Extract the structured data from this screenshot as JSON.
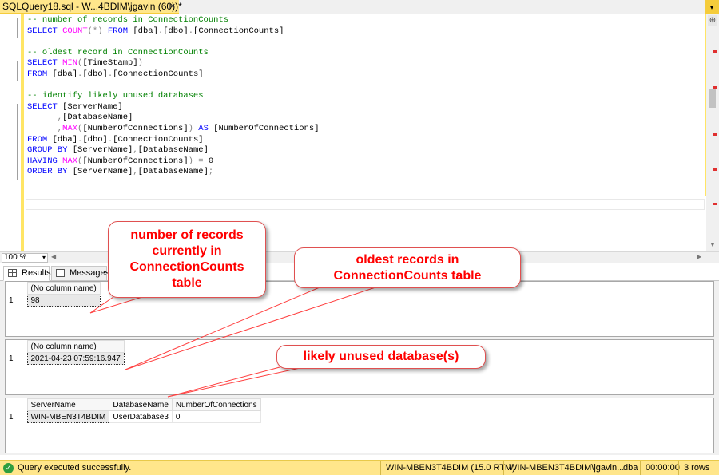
{
  "tab": {
    "title": "SQLQuery18.sql - W...4BDIM\\jgavin (60))*",
    "pin_glyph": "⊣",
    "close_glyph": "×"
  },
  "editor": {
    "lines": [
      [
        {
          "t": "-- number of records in ConnectionCounts",
          "c": "cm"
        }
      ],
      [
        {
          "t": "SELECT ",
          "c": "kw"
        },
        {
          "t": "COUNT",
          "c": "fn"
        },
        {
          "t": "(*) ",
          "c": "gr"
        },
        {
          "t": "FROM ",
          "c": "kw"
        },
        {
          "t": "[dba]",
          "c": ""
        },
        {
          "t": ".",
          "c": "gr"
        },
        {
          "t": "[dbo]",
          "c": ""
        },
        {
          "t": ".",
          "c": "gr"
        },
        {
          "t": "[ConnectionCounts]",
          "c": ""
        }
      ],
      [],
      [
        {
          "t": "-- oldest record in ConnectionCounts",
          "c": "cm"
        }
      ],
      [
        {
          "t": "SELECT ",
          "c": "kw"
        },
        {
          "t": "MIN",
          "c": "fn"
        },
        {
          "t": "(",
          "c": "gr"
        },
        {
          "t": "[TimeStamp]",
          "c": ""
        },
        {
          "t": ")",
          "c": "gr"
        }
      ],
      [
        {
          "t": "FROM ",
          "c": "kw"
        },
        {
          "t": "[dba]",
          "c": ""
        },
        {
          "t": ".",
          "c": "gr"
        },
        {
          "t": "[dbo]",
          "c": ""
        },
        {
          "t": ".",
          "c": "gr"
        },
        {
          "t": "[ConnectionCounts]",
          "c": ""
        }
      ],
      [],
      [
        {
          "t": "-- identify likely unused databases",
          "c": "cm"
        }
      ],
      [
        {
          "t": "SELECT ",
          "c": "kw"
        },
        {
          "t": "[ServerName]",
          "c": ""
        }
      ],
      [
        {
          "t": "      ,",
          "c": "gr"
        },
        {
          "t": "[DatabaseName]",
          "c": ""
        }
      ],
      [
        {
          "t": "      ,",
          "c": "gr"
        },
        {
          "t": "MAX",
          "c": "fn"
        },
        {
          "t": "(",
          "c": "gr"
        },
        {
          "t": "[NumberOfConnections]",
          "c": ""
        },
        {
          "t": ") ",
          "c": "gr"
        },
        {
          "t": "AS ",
          "c": "kw"
        },
        {
          "t": "[NumberOfConnections]",
          "c": ""
        }
      ],
      [
        {
          "t": "FROM ",
          "c": "kw"
        },
        {
          "t": "[dba]",
          "c": ""
        },
        {
          "t": ".",
          "c": "gr"
        },
        {
          "t": "[dbo]",
          "c": ""
        },
        {
          "t": ".",
          "c": "gr"
        },
        {
          "t": "[ConnectionCounts]",
          "c": ""
        }
      ],
      [
        {
          "t": "GROUP BY ",
          "c": "kw"
        },
        {
          "t": "[ServerName]",
          "c": ""
        },
        {
          "t": ",",
          "c": "gr"
        },
        {
          "t": "[DatabaseName]",
          "c": ""
        }
      ],
      [
        {
          "t": "HAVING ",
          "c": "kw"
        },
        {
          "t": "MAX",
          "c": "fn"
        },
        {
          "t": "(",
          "c": "gr"
        },
        {
          "t": "[NumberOfConnections]",
          "c": ""
        },
        {
          "t": ") = ",
          "c": "gr"
        },
        {
          "t": "0",
          "c": ""
        }
      ],
      [
        {
          "t": "ORDER BY ",
          "c": "kw"
        },
        {
          "t": "[ServerName]",
          "c": ""
        },
        {
          "t": ",",
          "c": "gr"
        },
        {
          "t": "[DatabaseName]",
          "c": ""
        },
        {
          "t": ";",
          "c": "gr"
        }
      ]
    ]
  },
  "scrollbar": {
    "split_glyph": "⊕",
    "down_glyph": "▼"
  },
  "zoom": {
    "value": "100 %",
    "dropdown_glyph": "▾",
    "left_glyph": "◀",
    "right_glyph": "▶"
  },
  "result_tabs": {
    "results_label": "Results",
    "messages_label": "Messages"
  },
  "results": {
    "grid1": {
      "headers": [
        "(No column name)"
      ],
      "rows": [
        [
          "1",
          "98"
        ]
      ]
    },
    "grid2": {
      "headers": [
        "(No column name)"
      ],
      "rows": [
        [
          "1",
          "2021-04-23 07:59:16.947"
        ]
      ]
    },
    "grid3": {
      "headers": [
        "ServerName",
        "DatabaseName",
        "NumberOfConnections"
      ],
      "rows": [
        [
          "1",
          "WIN-MBEN3T4BDIM",
          "UserDatabase3",
          "0"
        ]
      ]
    }
  },
  "callouts": {
    "c1": [
      "number of records",
      "currently in",
      "ConnectionCounts",
      "table"
    ],
    "c2": [
      "oldest records in",
      "ConnectionCounts table"
    ],
    "c3": [
      "likely unused database(s)"
    ]
  },
  "status": {
    "ok_glyph": "✓",
    "message": "Query executed successfully.",
    "server": "WIN-MBEN3T4BDIM (15.0 RTM)",
    "user": "WIN-MBEN3T4BDIM\\jgavin...",
    "database": "dba",
    "elapsed": "00:00:00",
    "rows": "3 rows"
  },
  "colors": {
    "tab_active": "#ffe68b",
    "status_bar": "#ffe68b",
    "callout_text": "#ff0000",
    "comment": "#008000",
    "keyword": "#0000ff",
    "function": "#ff00ff"
  }
}
